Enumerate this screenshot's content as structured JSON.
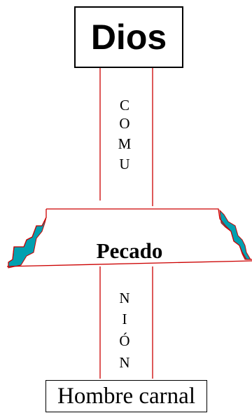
{
  "top_box": {
    "label": "Dios"
  },
  "bottom_box": {
    "label": "Hombre carnal"
  },
  "barrier": {
    "label": "Pecado"
  },
  "upper_text": {
    "letters": [
      "C",
      "O",
      "M",
      "U"
    ]
  },
  "lower_text": {
    "letters": [
      "N",
      "I",
      "Ó",
      "N"
    ]
  },
  "colors": {
    "lines": "#cc0000",
    "fill_accent": "#00a0b0",
    "text": "#000000"
  }
}
